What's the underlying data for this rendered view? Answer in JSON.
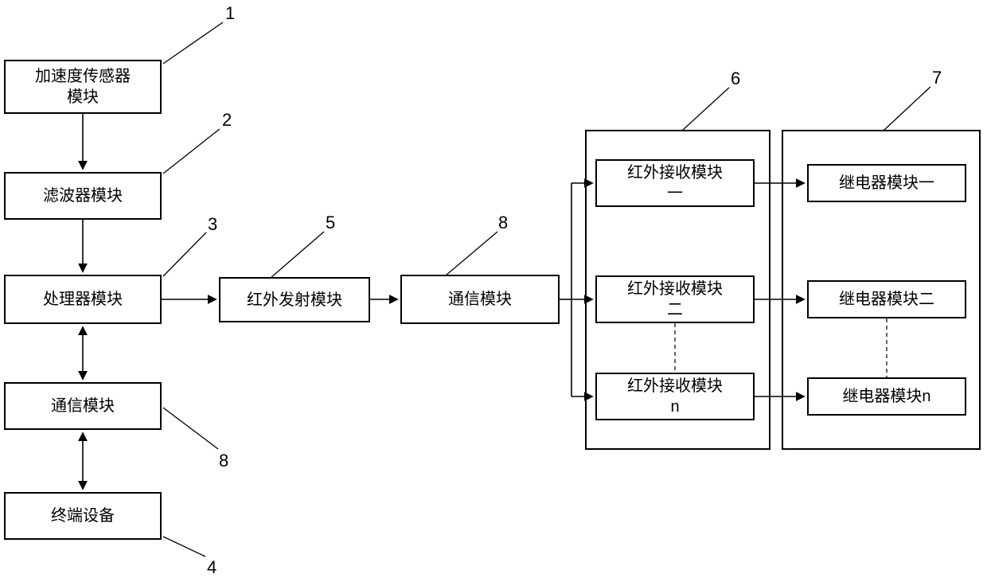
{
  "diagram": {
    "nodes": {
      "accel_sensor": {
        "line1": "加速度传感器",
        "line2": "模块"
      },
      "filter": {
        "label": "滤波器模块"
      },
      "processor": {
        "label": "处理器模块"
      },
      "comm_left": {
        "label": "通信模块"
      },
      "terminal": {
        "label": "终端设备"
      },
      "ir_emit": {
        "label": "红外发射模块"
      },
      "comm_mid": {
        "label": "通信模块"
      },
      "ir_recv1": {
        "line1": "红外接收模块",
        "line2": "一"
      },
      "ir_recv2": {
        "line1": "红外接收模块",
        "line2": "二"
      },
      "ir_recvn": {
        "line1": "红外接收模块",
        "line2": "n"
      },
      "relay1": {
        "label": "继电器模块一"
      },
      "relay2": {
        "label": "继电器模块二"
      },
      "relayn": {
        "label": "继电器模块n"
      }
    },
    "refs": {
      "n1": "1",
      "n2": "2",
      "n3": "3",
      "n4": "4",
      "n5": "5",
      "n6": "6",
      "n7": "7",
      "n8_mid": "8",
      "n8_left": "8"
    },
    "colors": {
      "line": "#000000",
      "background": "#ffffff"
    }
  }
}
